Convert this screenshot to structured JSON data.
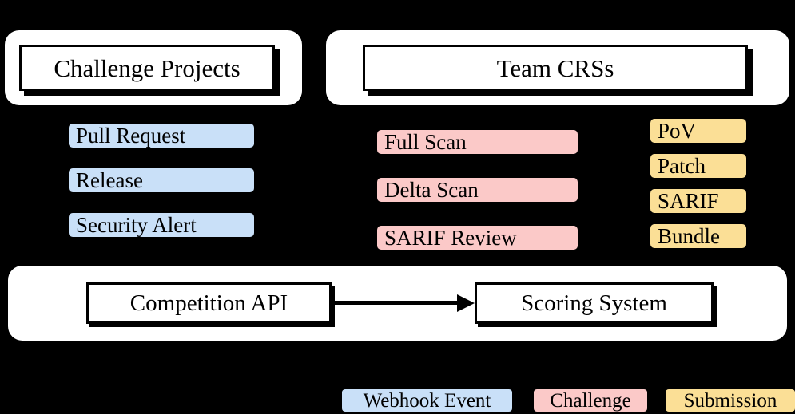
{
  "diagram": {
    "background_color": "#000000",
    "groups": [
      {
        "id": "challenge-projects",
        "title": "Challenge Projects"
      },
      {
        "id": "team-crss",
        "title": "Team CRSs"
      },
      {
        "id": "competition-infrastructure",
        "boxes": [
          "Competition API",
          "Scoring System"
        ]
      }
    ],
    "webhook_events": [
      {
        "label": "Pull Request"
      },
      {
        "label": "Release"
      },
      {
        "label": "Security Alert"
      }
    ],
    "challenges": [
      {
        "label": "Full Scan"
      },
      {
        "label": "Delta Scan"
      },
      {
        "label": "SARIF Review"
      }
    ],
    "submissions": [
      {
        "label": "PoV"
      },
      {
        "label": "Patch"
      },
      {
        "label": "SARIF"
      },
      {
        "label": "Bundle"
      }
    ],
    "infrastructure": {
      "source_box": "Competition API",
      "target_box": "Scoring System",
      "connector": "arrow-right"
    },
    "legend": [
      {
        "label": "Webhook Event",
        "color": "#c9e0f8"
      },
      {
        "label": "Challenge",
        "color": "#fbc9c8"
      },
      {
        "label": "Submission",
        "color": "#fbdf96"
      }
    ]
  }
}
